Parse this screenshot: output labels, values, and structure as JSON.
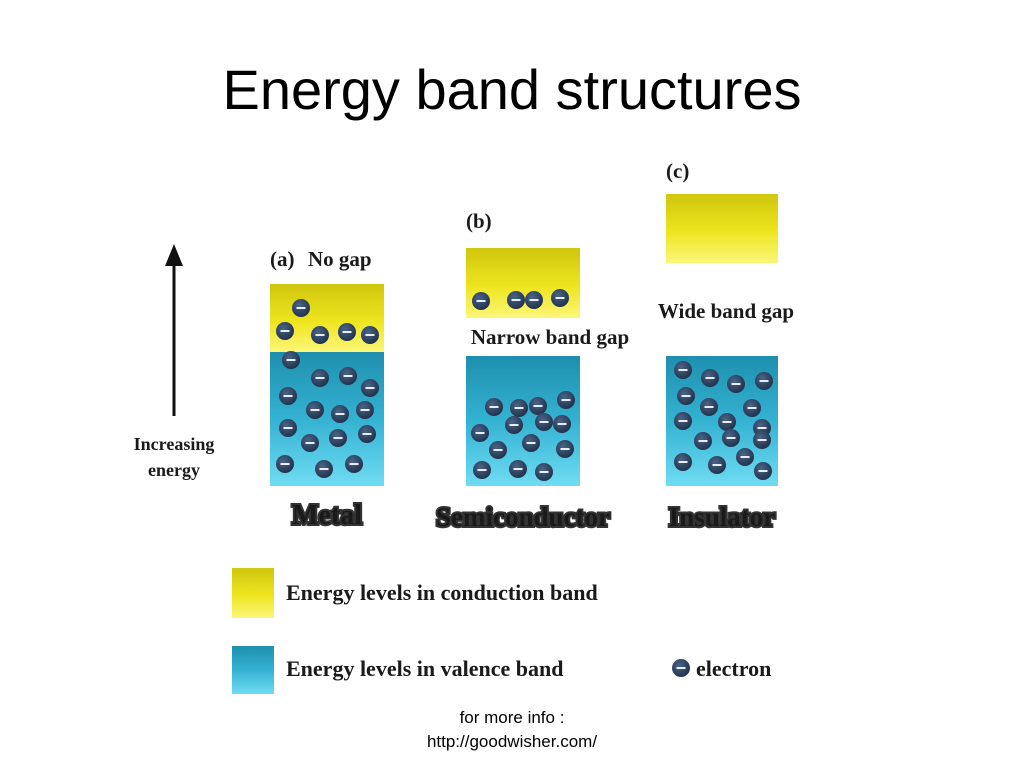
{
  "slide": {
    "title": "Energy band structures"
  },
  "diagram": {
    "axis_label_line1": "Increasing",
    "axis_label_line2": "energy",
    "panels": [
      {
        "tag": "(a)",
        "gap_label": "No gap",
        "material": "Metal"
      },
      {
        "tag": "(b)",
        "gap_label": "Narrow band gap",
        "material": "Semiconductor"
      },
      {
        "tag": "(c)",
        "gap_label": "Wide band gap",
        "material": "Insulator"
      }
    ],
    "legend": {
      "conduction": "Energy levels in conduction band",
      "valence": "Energy levels in valence band",
      "electron": "electron"
    },
    "colors": {
      "conduction_band": "#e6e21a",
      "valence_band": "#2fb0cf",
      "electron": "#2b3e5c"
    }
  },
  "footer": {
    "line1": "for more info :",
    "line2": "http://goodwisher.com/"
  }
}
